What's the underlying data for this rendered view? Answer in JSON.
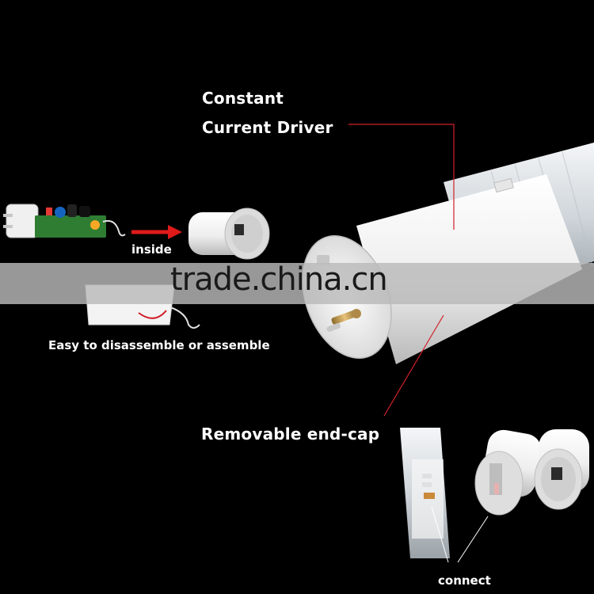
{
  "labels": {
    "driver_line1": "Constant",
    "driver_line2": "Current Driver",
    "inside": "inside",
    "disassemble": "Easy to disassemble or assemble",
    "endcap": "Removable end-cap",
    "connect": "connect"
  },
  "watermark": "trade.china.cn",
  "colors": {
    "background": "#000000",
    "leader_line": "#d0202a",
    "arrow": "#e01a1a",
    "tube_white": "#f2f2f2",
    "pcb_green": "#2e7d32"
  }
}
